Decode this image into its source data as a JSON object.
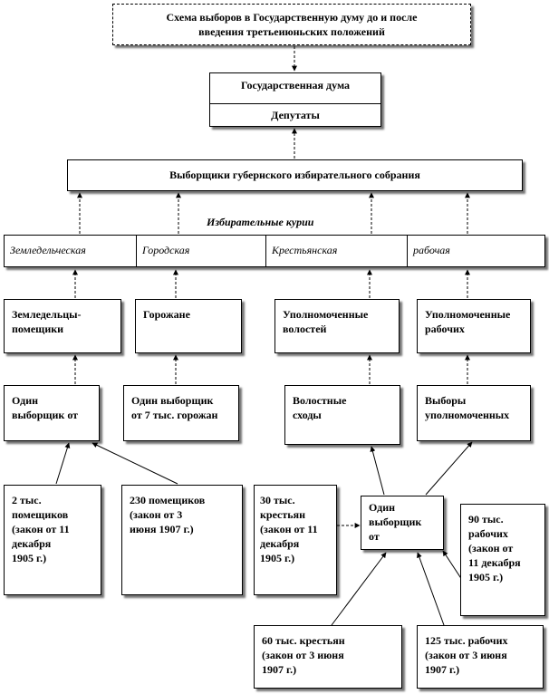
{
  "title": {
    "line1": "Схема выборов в Государственную думу до и после",
    "line2": "введения третьеиюньских положений"
  },
  "duma": {
    "label": "Государственная дума",
    "deputies": "Депутаты"
  },
  "electors_box": "Выборщики губернского избирательного собрания",
  "curiae_caption": "Избирательные курии",
  "curiae": [
    "Земледельческая",
    "Городская",
    "Крестьянская",
    "рабочая"
  ],
  "level2": {
    "landowners": {
      "line1": "Земледельцы-",
      "line2": "помещики"
    },
    "townspeople": {
      "line1": "Горожане"
    },
    "volost_reps": {
      "line1": "Уполномоченные",
      "line2": "волостей"
    },
    "worker_reps": {
      "line1": "Уполномоченные",
      "line2": "рабочих"
    }
  },
  "level3": {
    "one_elector_from": {
      "line1": "Один",
      "line2": "выборщик от"
    },
    "town_elector": {
      "line1": "Один выборщик",
      "line2": "от 7 тыс. горожан"
    },
    "volost_meetings": {
      "line1": "Волостные",
      "line2": "сходы"
    },
    "rep_elections": {
      "line1": "Выборы",
      "line2": "уполномоченных"
    }
  },
  "level4": {
    "landowners_1905": {
      "lines": [
        "2 тыс.",
        "помещиков",
        "(закон от 11",
        "декабря",
        "1905 г.)"
      ]
    },
    "landowners_1907": {
      "lines": [
        "230 помещиков",
        "(закон от 3",
        "июня 1907 г.)"
      ]
    },
    "peasants_1905": {
      "lines": [
        "30 тыс.",
        "крестьян",
        "(закон от 11",
        "декабря",
        "1905 г.)"
      ]
    },
    "center_elector": {
      "lines": [
        "Один",
        "выборщик",
        "от"
      ]
    },
    "workers_1905": {
      "lines": [
        "90 тыс.",
        "рабочих",
        "(закон от",
        "11 декабря",
        "1905 г.)"
      ]
    }
  },
  "level5": {
    "peasants_1907": {
      "lines": [
        "60 тыс. крестьян",
        "(закон от 3 июня",
        "1907 г.)"
      ]
    },
    "workers_1907": {
      "lines": [
        "125 тыс. рабочих",
        "(закон от 3 июня",
        "1907 г.)"
      ]
    }
  }
}
